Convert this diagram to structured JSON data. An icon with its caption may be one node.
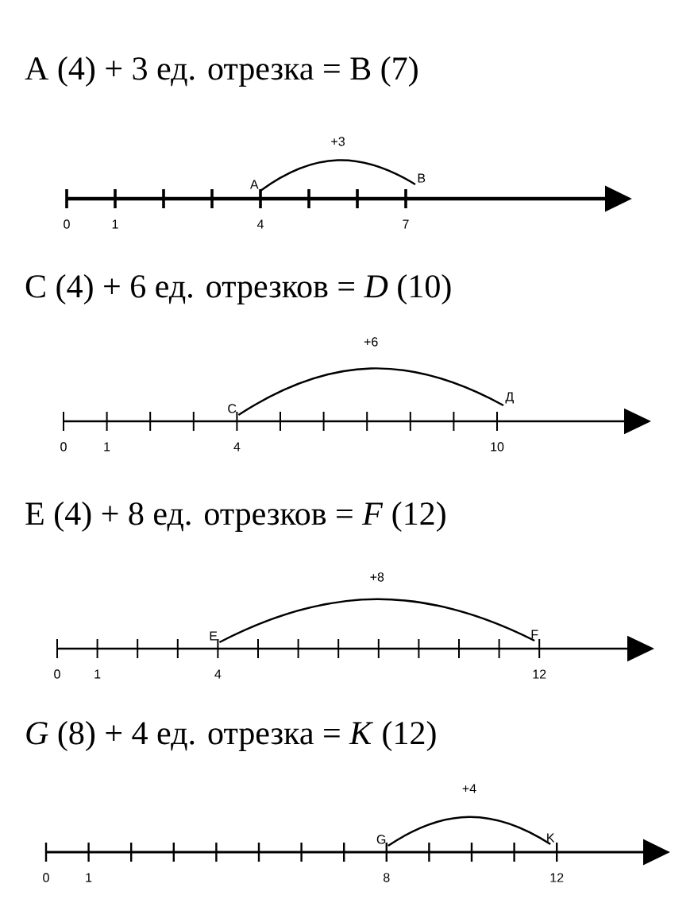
{
  "diagram": {
    "nodes": [
      {
        "text": [
          "A"
        ]
      },
      {
        "text": [
          "B"
        ]
      },
      {
        "text": [
          "C"
        ]
      },
      {
        "text": [
          "Д"
        ]
      },
      {
        "text": [
          "E"
        ]
      },
      {
        "text": [
          "F"
        ]
      },
      {
        "text": [
          "G"
        ]
      },
      {
        "text": [
          "K"
        ]
      }
    ],
    "edges": [
      {
        "from": 0,
        "to": 1,
        "arrow": "none",
        "label": "+3"
      },
      {
        "from": 2,
        "to": 3,
        "arrow": "none",
        "label": "+6"
      },
      {
        "from": 4,
        "to": 5,
        "arrow": "none",
        "label": "+8"
      },
      {
        "from": 6,
        "to": 7,
        "arrow": "none",
        "label": "+4"
      }
    ],
    "labels": [
      "А (4) + 3 ед. отрезка = В (7)",
      "0",
      "1",
      "4",
      "7",
      "С (4) + 6 ед. отрезков = *D* (10)",
      "0",
      "1",
      "4",
      "10",
      "Е (4) + 8 ед. отрезков = *F* (12)",
      "0",
      "1",
      "4",
      "12",
      "*G* (8) + 4 ед. отрезка = *K* (12)",
      "0",
      "1",
      "8",
      "12"
    ]
  }
}
